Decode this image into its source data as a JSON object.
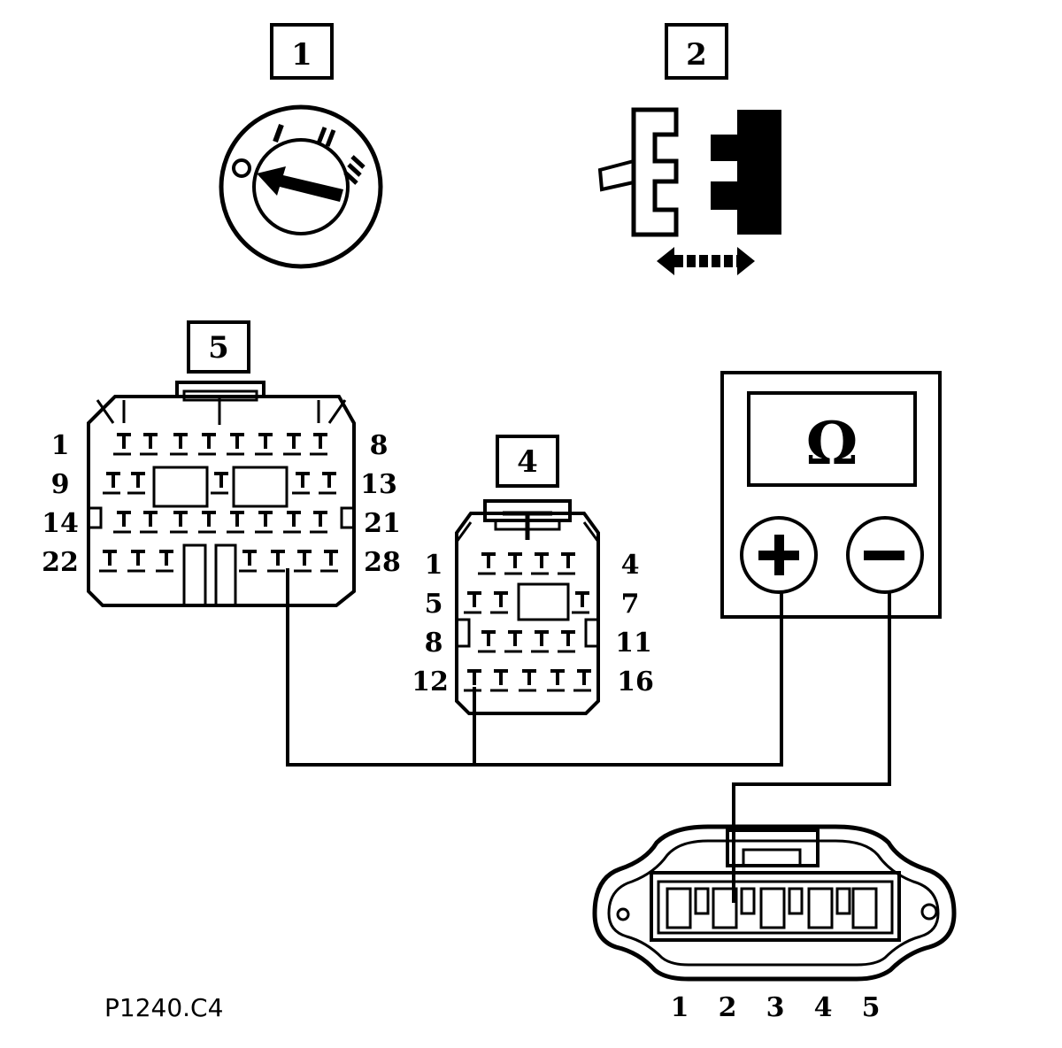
{
  "callouts": {
    "c1": "1",
    "c2": "2",
    "c4": "4",
    "c5": "5"
  },
  "ignition_switch": {
    "positions": [
      "O",
      "I",
      "II",
      "III"
    ]
  },
  "connector5": {
    "row_labels": {
      "r1_start": "1",
      "r1_end": "8",
      "r2_start": "9",
      "r2_end": "13",
      "r3_start": "14",
      "r3_end": "21",
      "r4_start": "22",
      "r4_end": "28"
    }
  },
  "connector4": {
    "row_labels": {
      "r1_start": "1",
      "r1_end": "4",
      "r2_start": "5",
      "r2_end": "7",
      "r3_start": "8",
      "r3_end": "11",
      "r4_start": "12",
      "r4_end": "16"
    }
  },
  "meter": {
    "symbol": "Ω",
    "plus": "+",
    "minus": "−"
  },
  "sensor_connector": {
    "pins": [
      "1",
      "2",
      "3",
      "4",
      "5"
    ]
  },
  "figure_code": "P1240.C4",
  "colors": {
    "ink": "#000000",
    "paper": "#ffffff"
  }
}
